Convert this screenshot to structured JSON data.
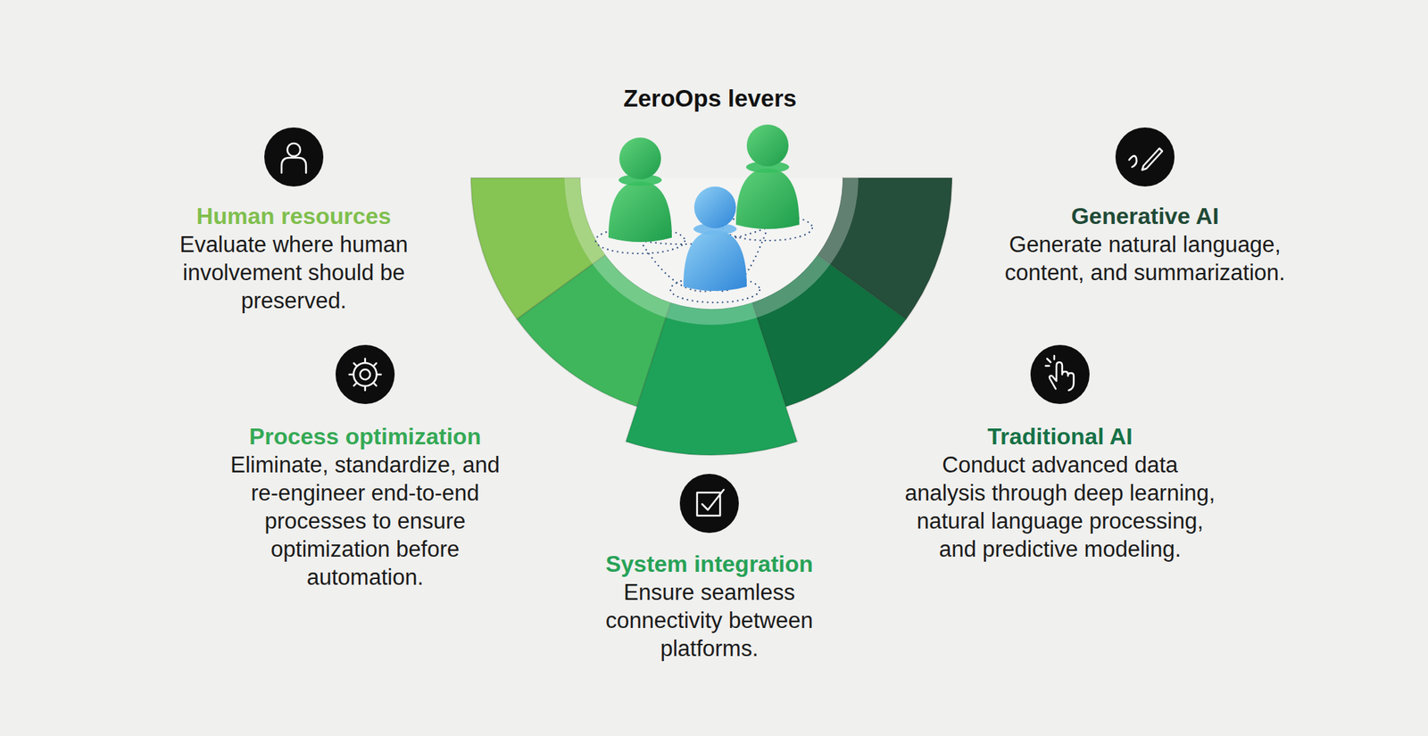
{
  "diagram": {
    "title": "ZeroOps levers",
    "nodes": [
      {
        "text": [
          "Human resources",
          "Evaluate where human involvement should be preserved."
        ]
      },
      {
        "text": [
          "Process optimization",
          "Eliminate, standardize, and re-engineer end-to-end processes to ensure optimization before automation."
        ]
      },
      {
        "text": [
          "System integration",
          "Ensure seamless connectivity between platforms."
        ]
      },
      {
        "text": [
          "Traditional AI",
          "Conduct advanced data analysis through deep learning, natural language processing, and predictive modeling."
        ]
      },
      {
        "text": [
          "Generative AI",
          "Generate natural language, content, and summarization."
        ]
      }
    ]
  }
}
